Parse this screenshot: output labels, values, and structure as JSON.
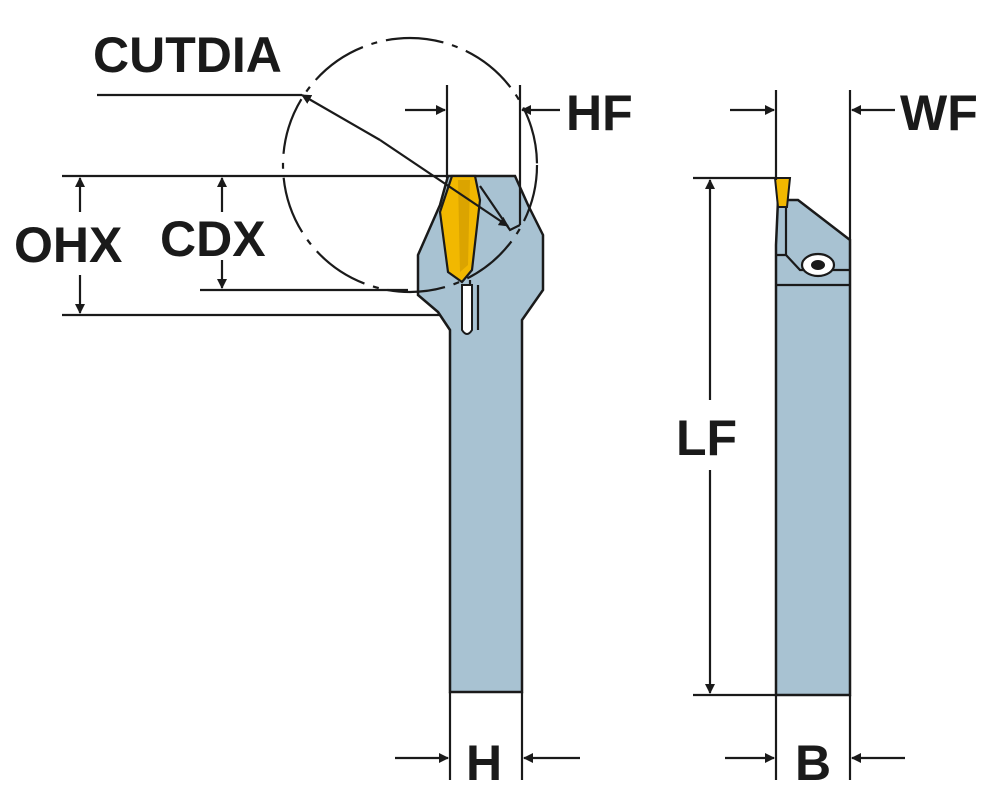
{
  "labels": {
    "cutdia": "CUTDIA",
    "hf": "HF",
    "ohx": "OHX",
    "cdx": "CDX",
    "wf": "WF",
    "lf": "LF",
    "h": "H",
    "b": "B"
  },
  "colors": {
    "tool_body": "#a8c2d2",
    "insert": "#f2b800",
    "insert_dark": "#c89400",
    "ink": "#1a1a1a",
    "background": "#ffffff"
  }
}
